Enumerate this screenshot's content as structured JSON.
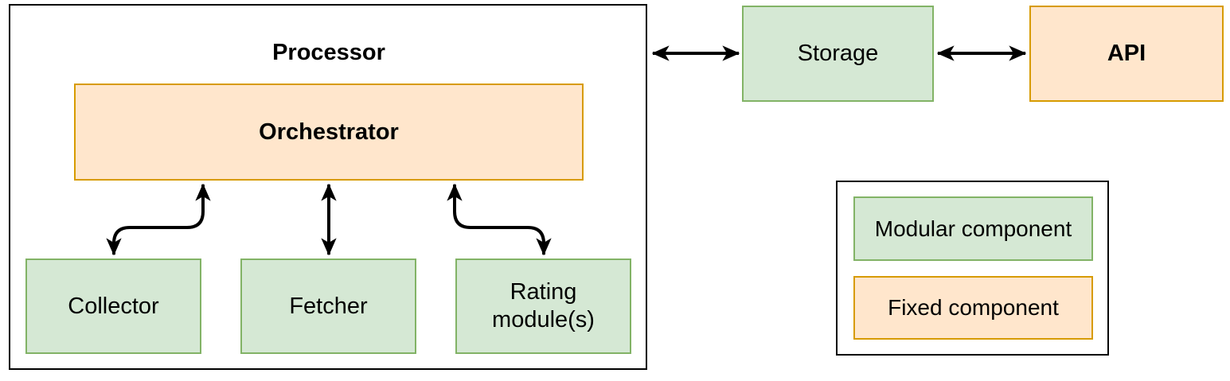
{
  "diagram": {
    "nodes": {
      "processor": {
        "label": "Processor",
        "role": "container"
      },
      "orchestrator": {
        "label": "Orchestrator",
        "role": "fixed component"
      },
      "collector": {
        "label": "Collector",
        "role": "modular component"
      },
      "fetcher": {
        "label": "Fetcher",
        "role": "modular component"
      },
      "rating": {
        "label": "Rating module(s)",
        "role": "modular component"
      },
      "storage": {
        "label": "Storage",
        "role": "modular component"
      },
      "api": {
        "label": "API",
        "role": "fixed component"
      }
    },
    "edges": [
      {
        "from": "Processor",
        "to": "Storage",
        "type": "bidirectional"
      },
      {
        "from": "Storage",
        "to": "API",
        "type": "bidirectional"
      },
      {
        "from": "Orchestrator",
        "to": "Collector",
        "type": "bidirectional"
      },
      {
        "from": "Orchestrator",
        "to": "Fetcher",
        "type": "bidirectional"
      },
      {
        "from": "Orchestrator",
        "to": "Rating module(s)",
        "type": "bidirectional"
      }
    ],
    "legend": {
      "modular_label": "Modular component",
      "fixed_label": "Fixed component"
    },
    "colors": {
      "modular-fill": "#d5e8d4",
      "modular-stroke": "#82b366",
      "fixed-fill": "#ffe6cc",
      "fixed-stroke": "#d79b00",
      "outline": "#000000",
      "arrow": "#000000",
      "text": "#000000",
      "background": "#ffffff"
    }
  }
}
